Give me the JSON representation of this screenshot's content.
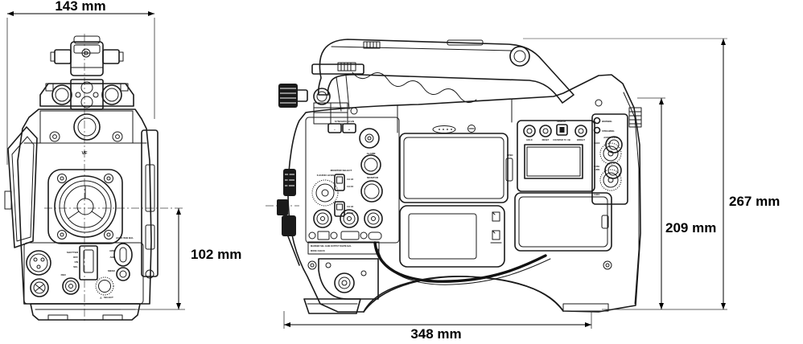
{
  "drawing": {
    "type": "technical dimensional drawing",
    "subject": "broadcast shoulder-mount camcorder — front view (left) and left-side view (right)",
    "background_color": "#ffffff",
    "line_color": "#1a1a1a"
  },
  "dimensions": {
    "front_width": "143 mm",
    "lens_center_height": "102 mm",
    "overall_height": "267 mm",
    "body_height": "209 mm",
    "body_length": "348 mm"
  },
  "front_view": {
    "labels": {
      "vf": "VF",
      "shutter": "SHUTTER",
      "off": "OFF",
      "on": "ON",
      "sel": "SEL",
      "rec": "REC",
      "auto_wb": "AUTO W/B BAL",
      "awb": "AWB",
      "abb": "ABB",
      "menu": "MENU",
      "warn": "⚠",
      "select": "SELECT"
    }
  },
  "side_view": {
    "labels": {
      "synchro_scan": "SYNCHRO SCAN",
      "minus": "−",
      "plus": "+",
      "alarm": "ALARM",
      "monitor_select": "MONITOR SELECT",
      "ch12": "CH 1/2",
      "ch34": "CH 3/4",
      "monitor": "MONITOR",
      "f_audio_level": "F.AUDIO LEVEL",
      "marker_row": "MARKER SEL   GAIN   OUTPUT   WHITE BAL",
      "mode_check": "MODE CHECK",
      "open": "OPEN",
      "display": "DISPLAY",
      "hold": "HOLD",
      "reset": "RESET",
      "counter": "COUNTER TC UB",
      "bright": "BRIGHT",
      "warning": "WARNING",
      "streaming": "STREAMING",
      "audio_level": "AUDIO LEVEL",
      "ch13": "CH1/3",
      "push": "PUSH",
      "turn": "TURN",
      "ch24": "CH2/4"
    }
  }
}
